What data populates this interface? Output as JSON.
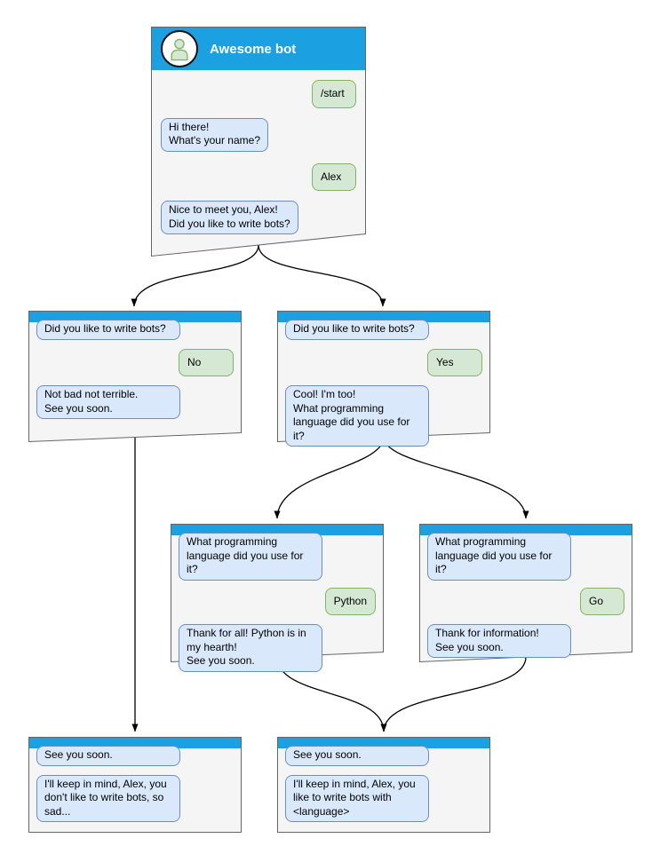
{
  "windows": {
    "main": {
      "title": "Awesome bot",
      "messages": {
        "m1": "/start",
        "m2": "Hi there!\nWhat's your name?",
        "m3": "Alex",
        "m4": "Nice to meet you, Alex!\nDid you like to write bots?"
      }
    },
    "branch_no": {
      "question": "Did you like to write bots?",
      "answer": "No",
      "reply": "Not bad not terrible.\nSee you soon."
    },
    "branch_yes": {
      "question": "Did you like to write bots?",
      "answer": "Yes",
      "reply": "Cool! I'm too!\nWhat programming\nlanguage did you use for it?"
    },
    "branch_python": {
      "question": "What programming\nlanguage did you use for it?",
      "answer": "Python",
      "reply": "Thank for all! Python is in\nmy hearth!\nSee you soon."
    },
    "branch_go": {
      "question": "What programming\nlanguage did you use for it?",
      "answer": "Go",
      "reply": "Thank for information!\nSee you soon."
    },
    "end_no": {
      "header_msg": "See you soon.",
      "reply": "I'll keep in mind, Alex, you\ndon't like to write bots, so\nsad..."
    },
    "end_yes": {
      "header_msg": "See you soon.",
      "reply": "I'll keep in mind, Alex, you\nlike to write bots with\n<language>"
    }
  },
  "edges": [
    {
      "from": "main",
      "to": "branch_no"
    },
    {
      "from": "main",
      "to": "branch_yes"
    },
    {
      "from": "branch_yes",
      "to": "branch_python"
    },
    {
      "from": "branch_yes",
      "to": "branch_go"
    },
    {
      "from": "branch_no",
      "to": "end_no"
    },
    {
      "from": "branch_python",
      "to": "end_yes"
    },
    {
      "from": "branch_go",
      "to": "end_yes"
    }
  ],
  "colors": {
    "header_blue": "#1ba1e2",
    "window_fill": "#f5f5f5",
    "window_border": "#666666",
    "bot_bubble_fill": "#dae8fc",
    "bot_bubble_border": "#6c8ebf",
    "user_bubble_fill": "#d5e8d4",
    "user_bubble_border": "#82b366",
    "arrow_color": "#000000",
    "title_text": "#ffffff",
    "canvas_bg": "#ffffff"
  }
}
